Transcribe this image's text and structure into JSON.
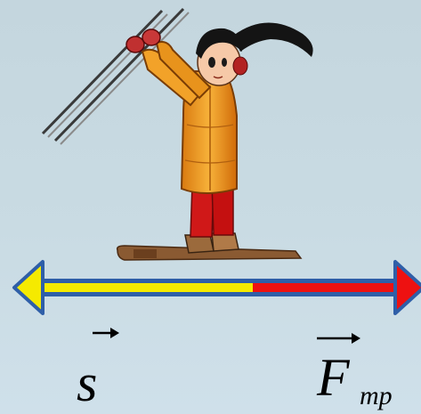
{
  "colors": {
    "background": "#c8dae2",
    "displacement_arrow": "#f5ea00",
    "friction_arrow": "#ee1111",
    "arrow_outline": "#2f5fa8"
  },
  "labels": {
    "displacement": "s",
    "friction_main": "F",
    "friction_subscript": "mp"
  },
  "icons": {
    "figure": "skier-girl-with-poles-icon"
  }
}
